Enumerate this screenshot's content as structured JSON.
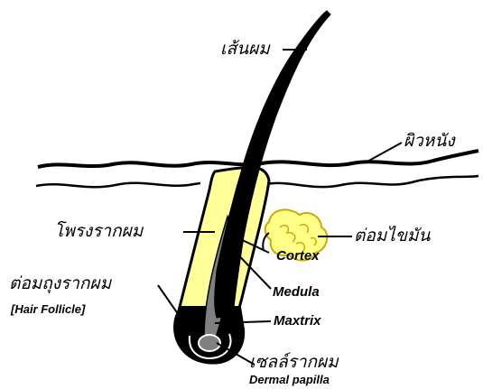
{
  "labels": {
    "hair_shaft": "เส้นผม",
    "skin": "ผิวหนัง",
    "hair_root_sheath": "โพรงรากผม",
    "sebaceous_gland": "ต่อมไขมัน",
    "cortex": "Cortex",
    "medula": "Medula",
    "follicle_thai": "ต่อมถุงรากผม",
    "follicle_english": "[Hair Follicle]",
    "matrix": "Maxtrix",
    "papilla_thai": "เซลล์รากผม",
    "papilla_english": "Dermal papilla"
  },
  "colors": {
    "outline": "#000000",
    "hair": "#000000",
    "sheath": "#ffff99",
    "sheath_bright": "#ffff66",
    "medulla": "#808080",
    "gland": "#ffff88",
    "background": "#ffffff"
  }
}
